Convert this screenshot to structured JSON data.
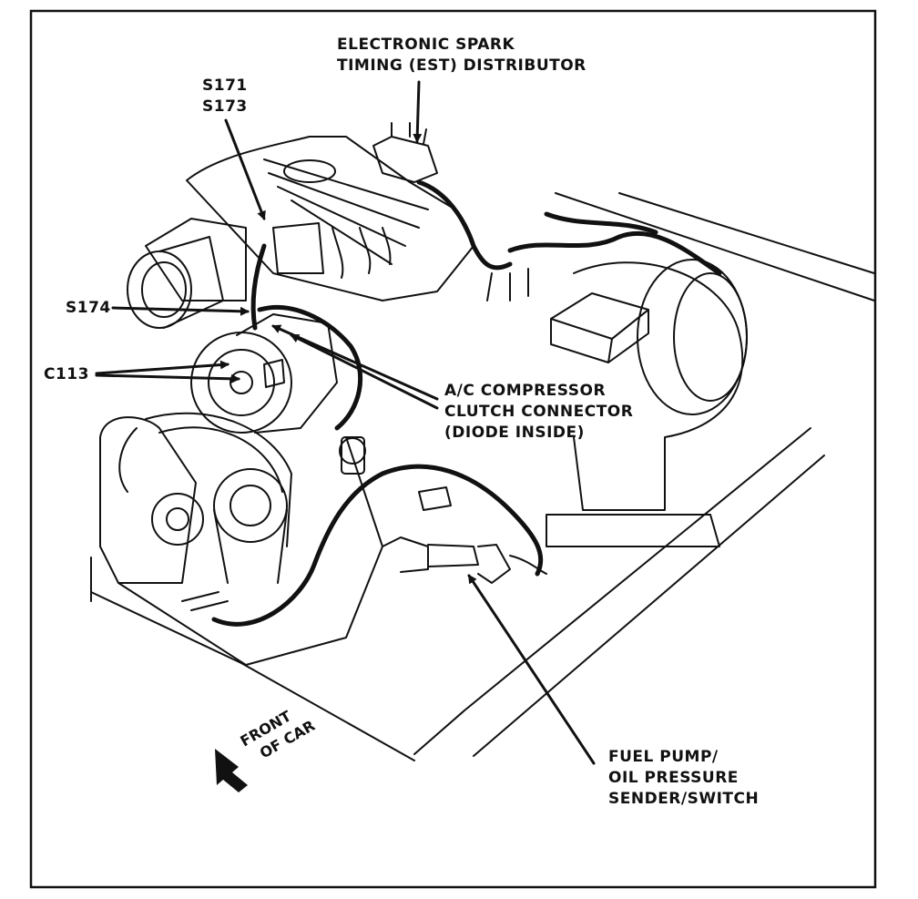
{
  "colors": {
    "ink": "#111111",
    "paper": "#ffffff"
  },
  "labels": {
    "est_distributor": {
      "line1": "ELECTRONIC SPARK",
      "line2": "TIMING (EST) DISTRIBUTOR"
    },
    "splices_top": {
      "line1": "S171",
      "line2": "S173"
    },
    "splice_s174": "S174",
    "connector_c113": "C113",
    "ac_compressor": {
      "line1": "A/C COMPRESSOR",
      "line2": "CLUTCH CONNECTOR",
      "line3": "(DIODE INSIDE)"
    },
    "front_of_car": {
      "line1": "FRONT",
      "line2": "OF CAR"
    },
    "fuel_pump": {
      "line1": "FUEL PUMP/",
      "line2": "OIL PRESSURE",
      "line3": "SENDER/SWITCH"
    }
  },
  "icons": {
    "front_arrow": "arrow-left-down-icon"
  }
}
